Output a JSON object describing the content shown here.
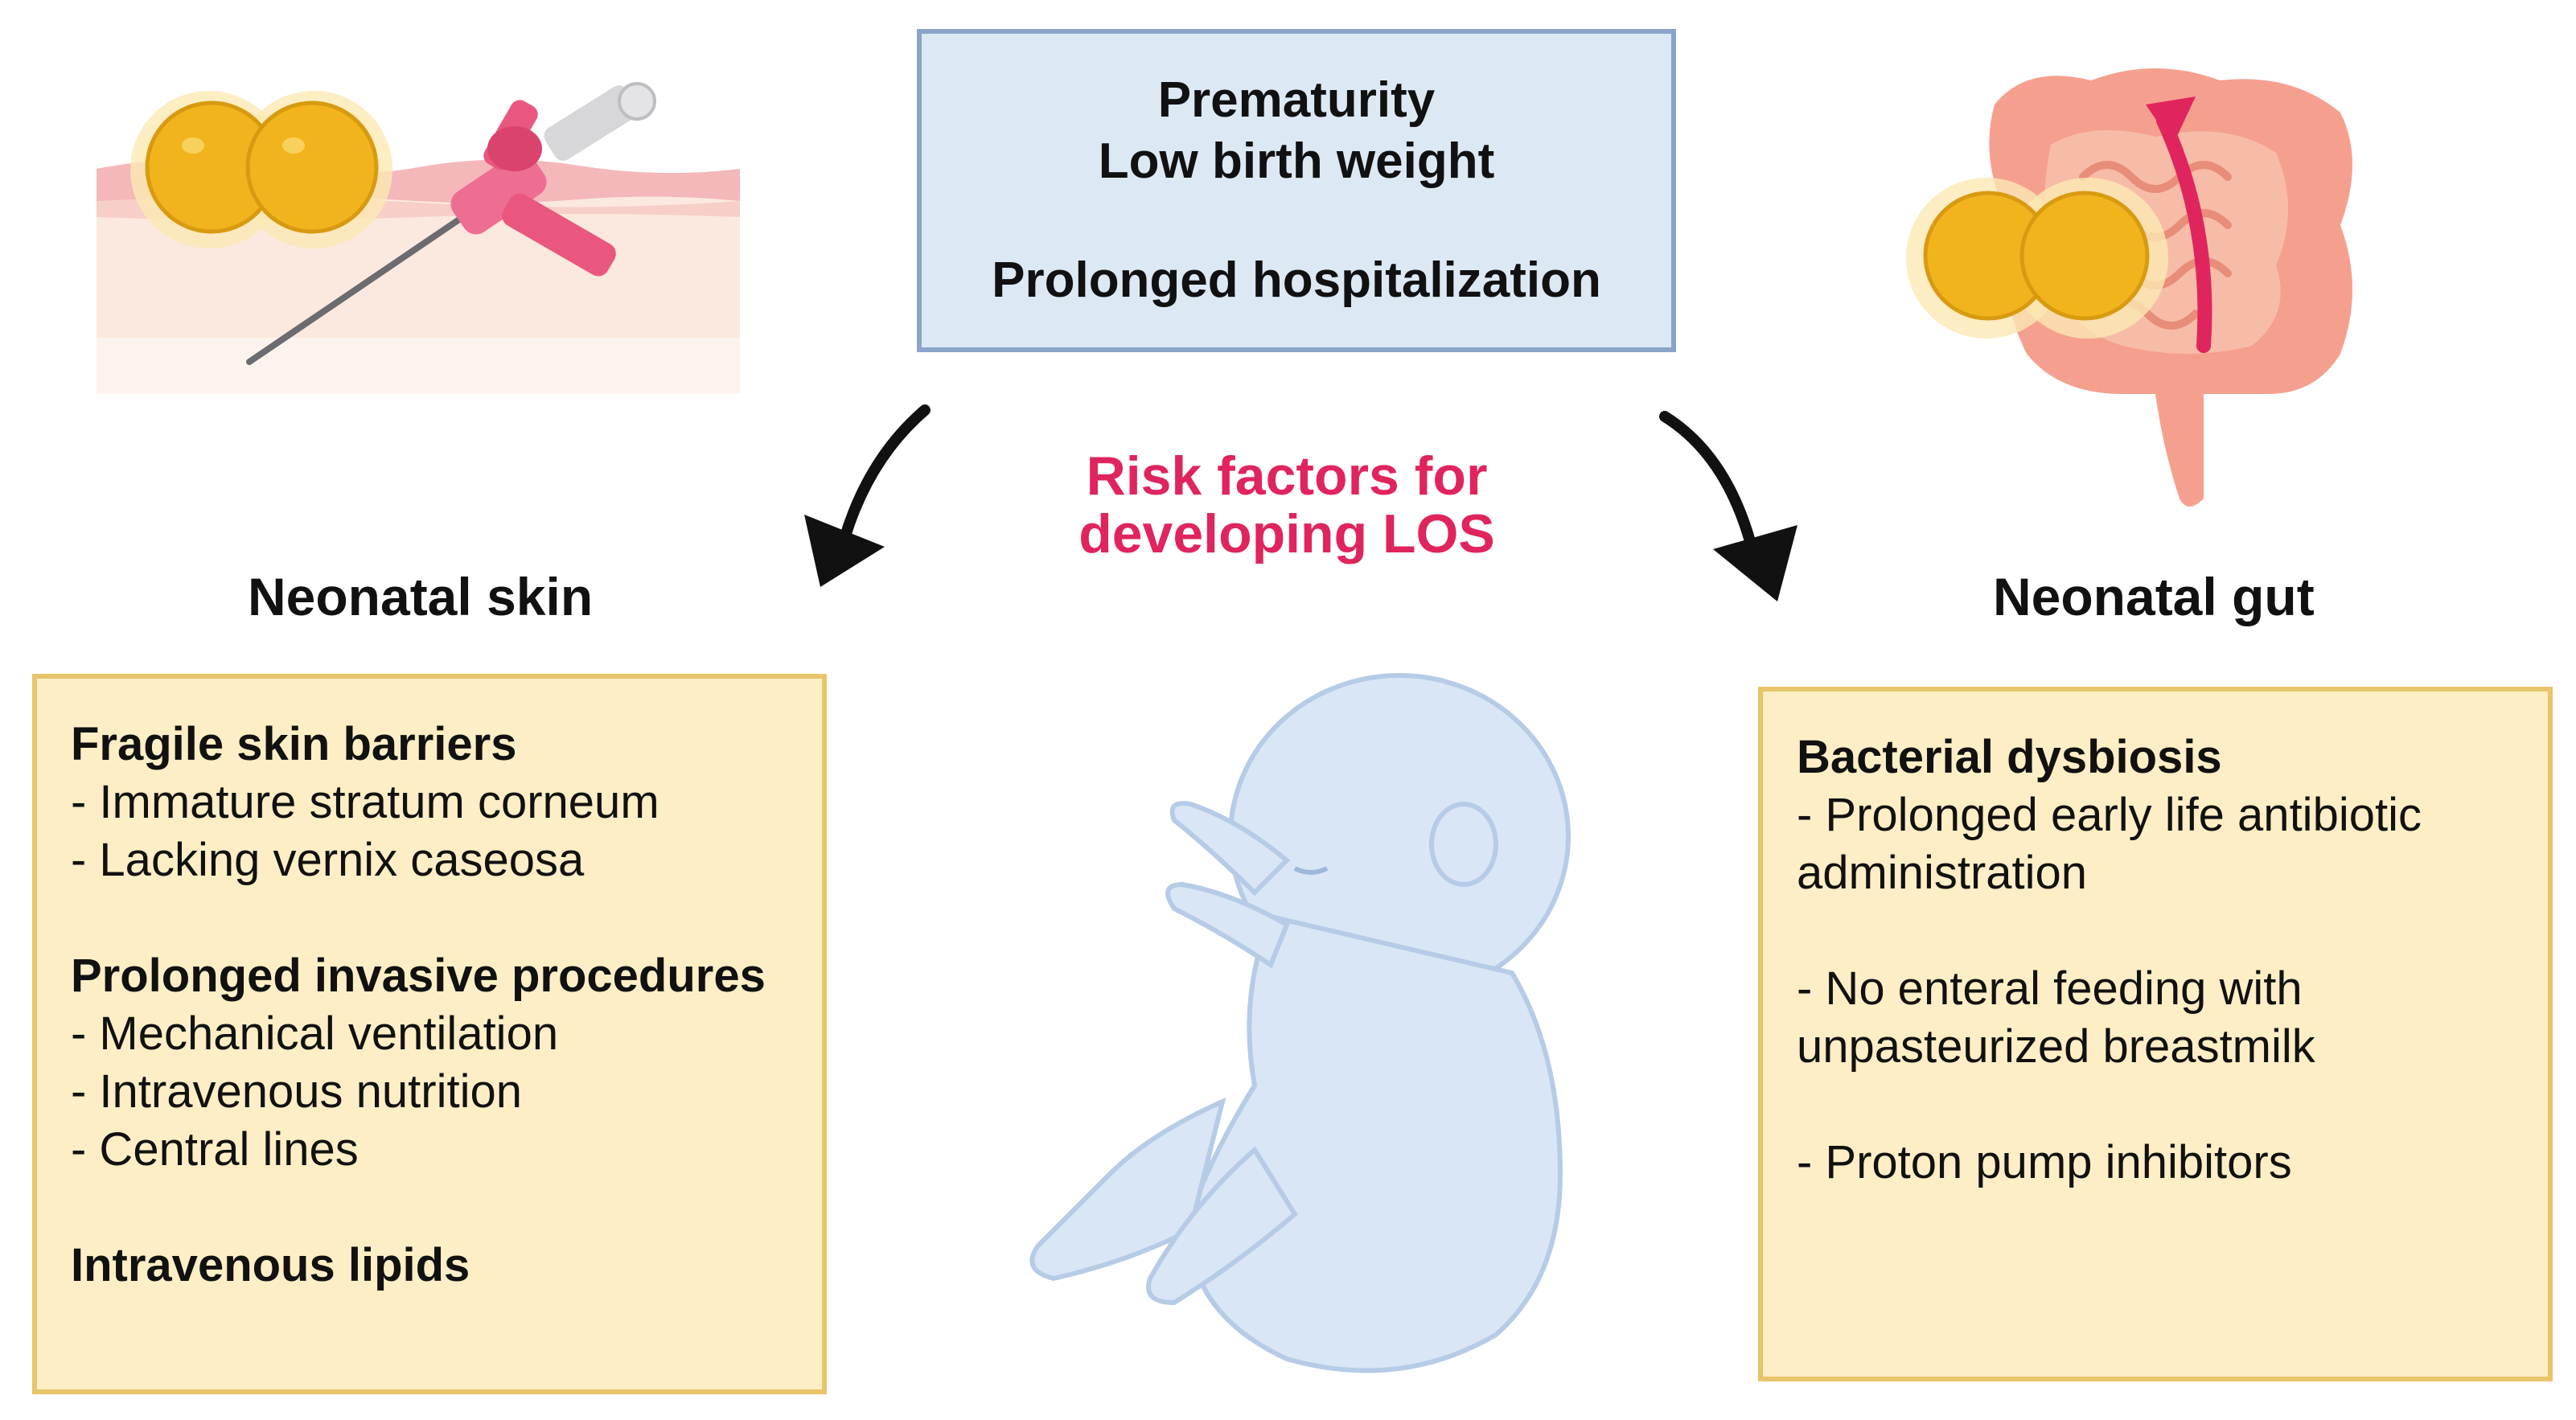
{
  "center_box": {
    "lines": [
      "Prematurity",
      "Low birth weight",
      "",
      "Prolonged hospitalization"
    ]
  },
  "risk_title": {
    "line1": "Risk factors for",
    "line2": "developing LOS",
    "color": "#e0245e"
  },
  "skin": {
    "title": "Neonatal skin",
    "heading1": "Fragile skin barriers",
    "items1": [
      "- Immature stratum corneum",
      "- Lacking vernix caseosa"
    ],
    "heading2": "Prolonged invasive procedures",
    "items2": [
      "- Mechanical ventilation",
      "- Intravenous nutrition",
      "- Central lines"
    ],
    "heading3": "Intravenous lipids"
  },
  "gut": {
    "title": "Neonatal gut",
    "heading1": "Bacterial dysbiosis",
    "lines": [
      "- Prolonged early life antibiotic",
      "administration",
      "",
      "- No enteral feeding with",
      "unpasteurized breastmilk",
      "",
      "- Proton pump inhibitors"
    ]
  },
  "icons": [
    "skin-catheter-icon",
    "staphylococcus-icon",
    "intestine-icon",
    "fetus-icon",
    "curved-arrow-icon"
  ],
  "colors": {
    "panel_fill": "#fdeec5",
    "panel_border": "#e8c46a",
    "center_fill": "#dce9f5",
    "center_border": "#8aa5c8",
    "bacteria": "#f2b41c"
  }
}
